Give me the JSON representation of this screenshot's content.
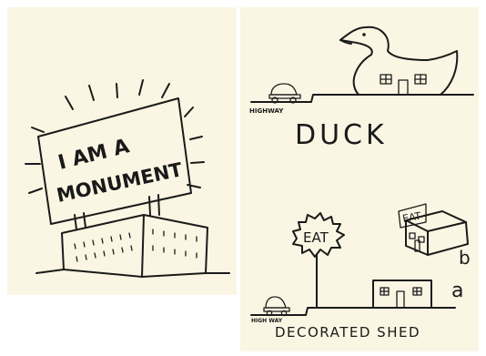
{
  "page": {
    "background": "#ffffff",
    "paper": "#fbf6e3",
    "ink": "#1a1a1a"
  },
  "monument": {
    "sign_line1": "I AM A",
    "sign_line2": "MONUMENT"
  },
  "duck": {
    "highway_label": "HIGHWAY",
    "title": "DUCK"
  },
  "decorated_shed": {
    "tree_sign": "EAT",
    "highway_label": "HIGH WAY",
    "title": "DECORATED SHED",
    "marker_a": "a",
    "marker_b": "b",
    "inset_sign": "EAT"
  }
}
